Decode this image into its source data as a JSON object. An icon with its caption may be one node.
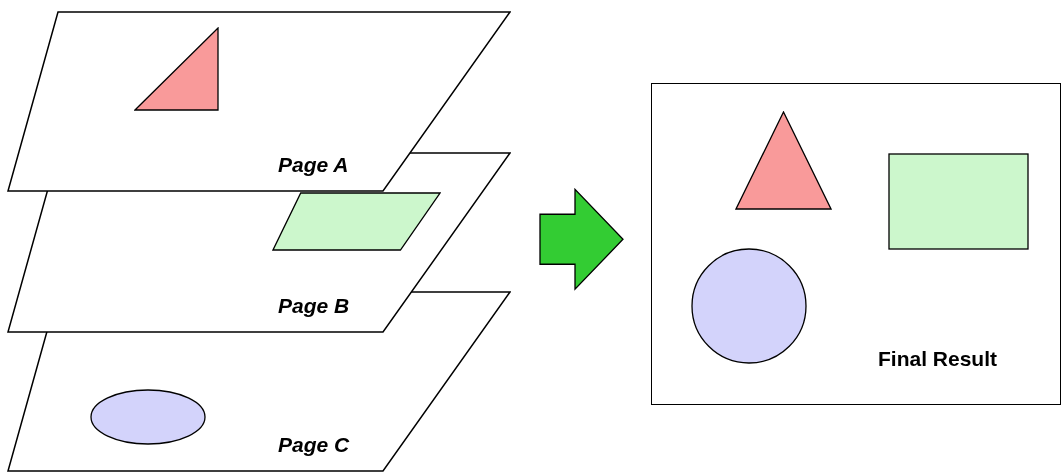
{
  "diagram": {
    "nodes": [
      {
        "text": [
          "Page A"
        ]
      },
      {
        "text": [],
        "shape": "triangle",
        "in": 0
      },
      {
        "text": [
          "Page B"
        ]
      },
      {
        "text": [],
        "shape": "parallelogram",
        "in": 2
      },
      {
        "text": [
          "Page C"
        ]
      },
      {
        "text": [],
        "shape": "ellipse",
        "in": 4
      },
      {
        "text": [
          "Final Result"
        ]
      },
      {
        "text": [],
        "shape": "triangle",
        "in": 6
      },
      {
        "text": [],
        "shape": "box",
        "in": 6
      },
      {
        "text": [],
        "shape": "circle",
        "in": 6
      }
    ],
    "edges": [
      {
        "from": 2,
        "to": 6,
        "arrow": "to",
        "style": "thick",
        "color": "#33cc33"
      }
    ]
  }
}
